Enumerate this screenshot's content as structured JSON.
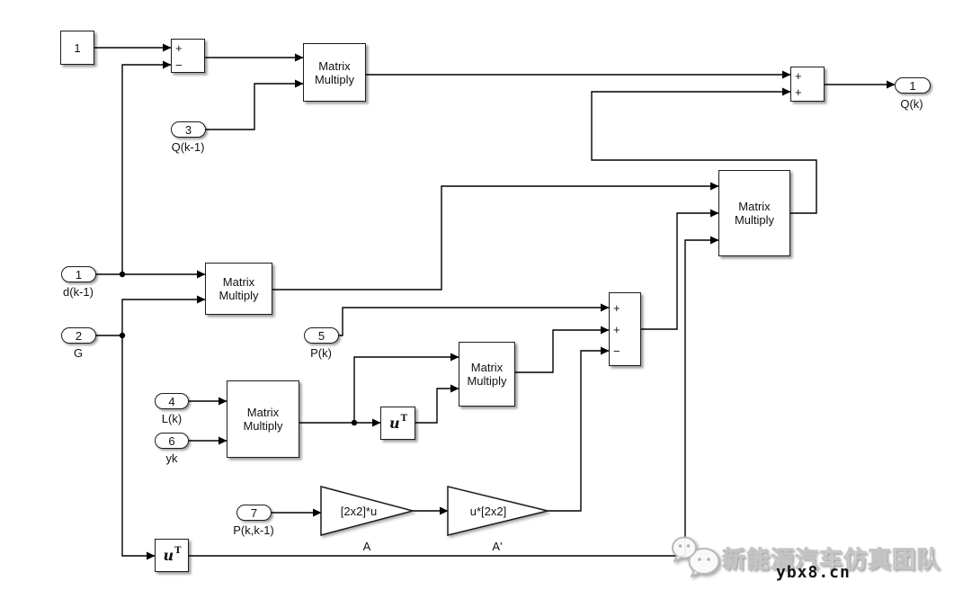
{
  "blocks": {
    "constant": {
      "value": "1"
    },
    "matmul": {
      "line1": "Matrix",
      "line2": "Multiply"
    },
    "sum_top_left": {
      "signs": [
        "+",
        "−"
      ]
    },
    "sum_top_right": {
      "signs": [
        "+",
        "+"
      ]
    },
    "sum_mid": {
      "signs": [
        "+",
        "+",
        "−"
      ]
    },
    "transpose": {
      "base": "u",
      "sup": "T"
    },
    "gain_a": {
      "text": "[2x2]*u",
      "label": "A"
    },
    "gain_a_prime": {
      "text": "u*[2x2]",
      "label": "A'"
    }
  },
  "ports": {
    "in1": {
      "num": "1",
      "label": "d(k-1)"
    },
    "in2": {
      "num": "2",
      "label": "G"
    },
    "in3": {
      "num": "3",
      "label": "Q(k-1)"
    },
    "in4": {
      "num": "4",
      "label": "L(k)"
    },
    "in5": {
      "num": "5",
      "label": "P(k)"
    },
    "in6": {
      "num": "6",
      "label": "yk"
    },
    "in7": {
      "num": "7",
      "label": "P(k,k-1)"
    },
    "out1": {
      "num": "1",
      "label": "Q(k)"
    }
  },
  "watermark": {
    "brand": "新能源汽车仿真团队",
    "site": "ybx8.cn"
  }
}
